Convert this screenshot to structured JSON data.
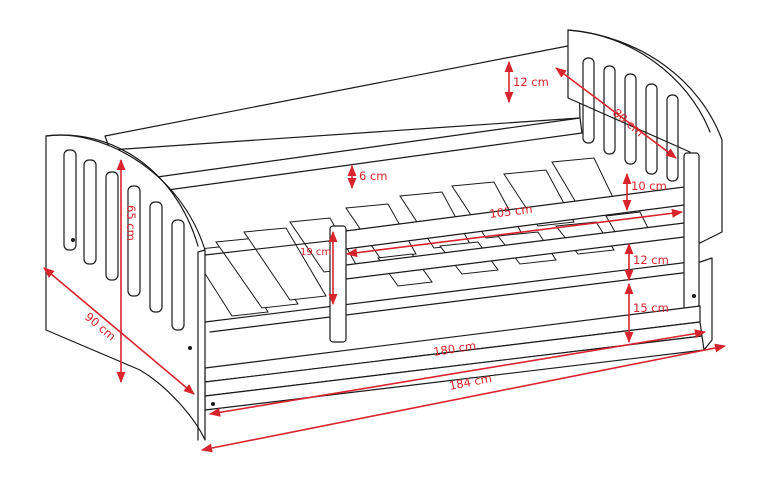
{
  "colors": {
    "line": "#1a1a1a",
    "dimension": "#d8242c",
    "background": "#ffffff"
  },
  "dimensions": {
    "total_length": "184 cm",
    "mattress_length": "180 cm",
    "depth": "90 cm",
    "height": "65 cm",
    "guard_length": "105 cm",
    "guard_height": "19 cm",
    "back_rail_height": "12 cm",
    "headboard_depth": "80 cm",
    "slat_gap": "6 cm",
    "top_board_height": "10 cm",
    "mattress_height": "12 cm",
    "drawer_height": "15 cm"
  }
}
